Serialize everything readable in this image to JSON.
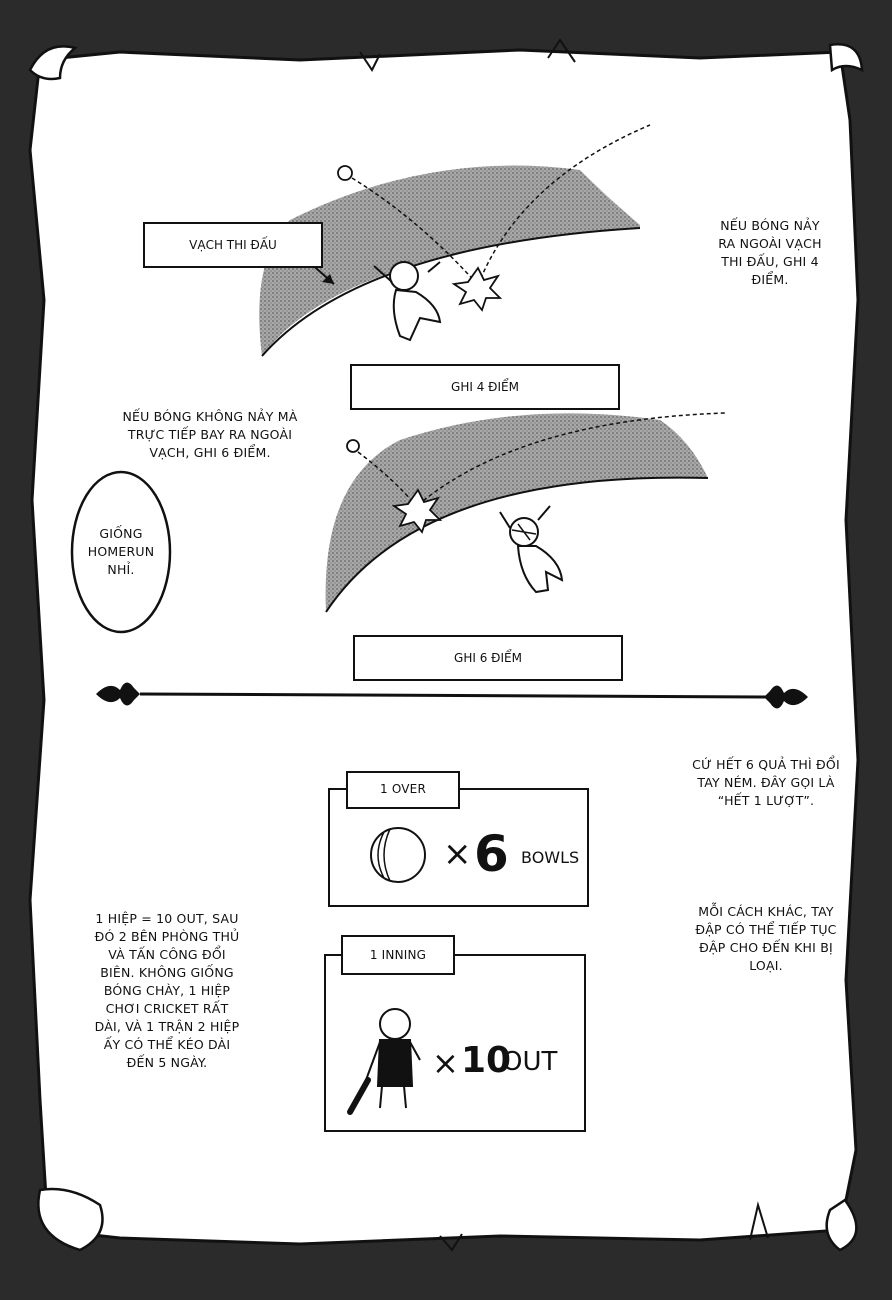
{
  "labels": {
    "boundary": "VẠCH THI ĐẤU",
    "four_points_box": "GHI 4 ĐIỂM",
    "six_points_box": "GHI 6 ĐIỂM",
    "over_tab": "1 OVER",
    "inning_tab": "1 INNING",
    "bowls_mult": "×",
    "bowls_num": "6",
    "bowls_unit": "BOWLS",
    "out_mult": "×",
    "out_num": "10",
    "out_unit": "OUT"
  },
  "notes": {
    "four_rule": "NẾU BÓNG NẢY\nRA NGOÀI VẠCH\nTHI ĐẤU, GHI 4\nĐIỂM.",
    "six_rule": "NẾU BÓNG KHÔNG NẢY MÀ\nTRỰC TIẾP BAY RA NGOÀI\nVẠCH, GHI 6 ĐIỂM.",
    "bubble": "GIỐNG\nHOMERUN\nNHỈ.",
    "over_rule": "CỨ HẾT 6 QUẢ THÌ ĐỔI\nTAY NÉM. ĐÂY GỌI LÀ\n“HẾT 1 LƯỢT”.",
    "inning_rule": "1 HIỆP = 10 OUT, SAU\nĐÓ 2 BÊN PHÒNG THỦ\nVÀ TẤN CÔNG ĐỔI\nBIÊN. KHÔNG GIỐNG\nBÓNG CHÀY, 1 HIỆP\nCHƠI CRICKET RẤT\nDÀI, VÀ 1 TRẬN 2 HIỆP\nẤY CÓ THỂ KÉO DÀI\nĐẾN 5 NGÀY.",
    "batter_rule": "MỖI CÁCH KHÁC, TAY\nĐẬP CÓ THỂ TIẾP TỤC\nĐẬP CHO ĐẾN KHI BỊ\nLOẠI."
  },
  "colors": {
    "paper": "#ffffff",
    "ink": "#111111",
    "screentone": "#8a8a8a",
    "background": "#2b2b2b"
  }
}
